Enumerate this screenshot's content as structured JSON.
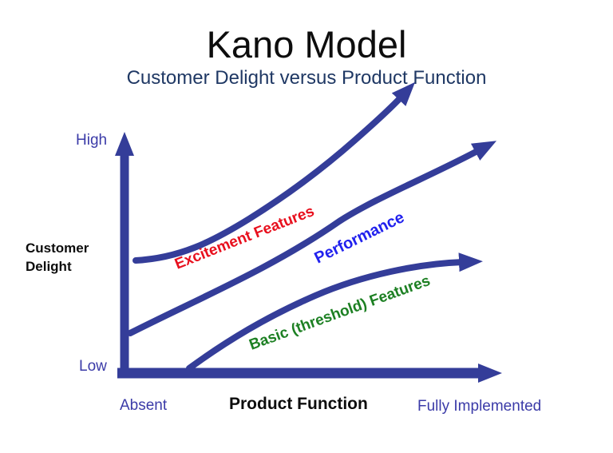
{
  "title": "Kano Model",
  "subtitle": "Customer Delight versus Product Function",
  "y_axis": {
    "top_label": "High",
    "bottom_label": "Low",
    "title": "Customer Delight"
  },
  "x_axis": {
    "left_label": "Absent",
    "title": "Product Function",
    "right_label": "Fully Implemented"
  },
  "curves": {
    "excitement": {
      "label": "Excitement Features",
      "color": "#e8101e"
    },
    "performance": {
      "label": "Performance",
      "color": "#2121ee"
    },
    "basic": {
      "label": "Basic (threshold) Features",
      "color": "#1d8023"
    }
  },
  "colors": {
    "line": "#343d99",
    "axis_text": "#3b3ba8",
    "subtitle_text": "#1f3864",
    "title_text": "#0d0d0d"
  },
  "chart_data": {
    "type": "line",
    "title": "Kano Model",
    "subtitle": "Customer Delight versus Product Function",
    "xlabel": "Product Function",
    "ylabel": "Customer Delight",
    "x_range_labels": [
      "Absent",
      "Fully Implemented"
    ],
    "y_range_labels": [
      "Low",
      "High"
    ],
    "axes_numeric": false,
    "grid": false,
    "legend_position": "labels drawn along curves",
    "series": [
      {
        "name": "Excitement Features",
        "color": "#e8101e",
        "shape": "convex, accelerating upward; starts mid-delight even when product function is absent and exceeds top of axis",
        "points_norm_xy": [
          [
            0.03,
            0.47
          ],
          [
            0.33,
            0.64
          ],
          [
            0.61,
            0.98
          ],
          [
            0.78,
            1.22
          ]
        ]
      },
      {
        "name": "Performance",
        "color": "#2121ee",
        "shape": "nearly straight diagonal from low/absent to high/fully implemented",
        "points_norm_xy": [
          [
            0.01,
            0.15
          ],
          [
            0.57,
            0.63
          ],
          [
            1.0,
            0.97
          ]
        ]
      },
      {
        "name": "Basic (threshold) Features",
        "color": "#1d8023",
        "shape": "concave, saturating; starts at zero delight partway along x and flattens below mid delight",
        "points_norm_xy": [
          [
            0.17,
            0.0
          ],
          [
            0.5,
            0.32
          ],
          [
            0.96,
            0.47
          ]
        ]
      }
    ]
  }
}
